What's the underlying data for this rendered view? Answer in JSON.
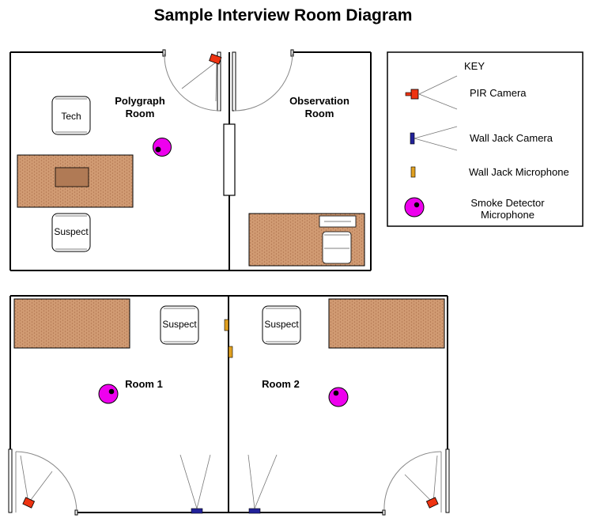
{
  "title": "Sample Interview Room Diagram",
  "colors": {
    "wall": "#000000",
    "table_fill": "#d09a72",
    "table_inner": "#b07a55",
    "smoke_detector": "#ee00ee",
    "pir_camera": "#ee3311",
    "wall_jack_camera": "#22229a",
    "wall_jack_mic": "#e0a020",
    "door_arc": "#8a8a8a"
  },
  "rooms": {
    "polygraph": {
      "label_line1": "Polygraph",
      "label_line2": "Room"
    },
    "observation": {
      "label_line1": "Observation",
      "label_line2": "Room"
    },
    "room1": {
      "label": "Room 1"
    },
    "room2": {
      "label": "Room 2"
    }
  },
  "seats": {
    "tech": "Tech",
    "suspect": "Suspect"
  },
  "key": {
    "heading": "KEY",
    "pir_camera": "PIR Camera",
    "wall_jack_camera": "Wall Jack Camera",
    "wall_jack_microphone": "Wall Jack Microphone",
    "smoke_detector_line1": "Smoke Detector",
    "smoke_detector_line2": "Microphone"
  }
}
